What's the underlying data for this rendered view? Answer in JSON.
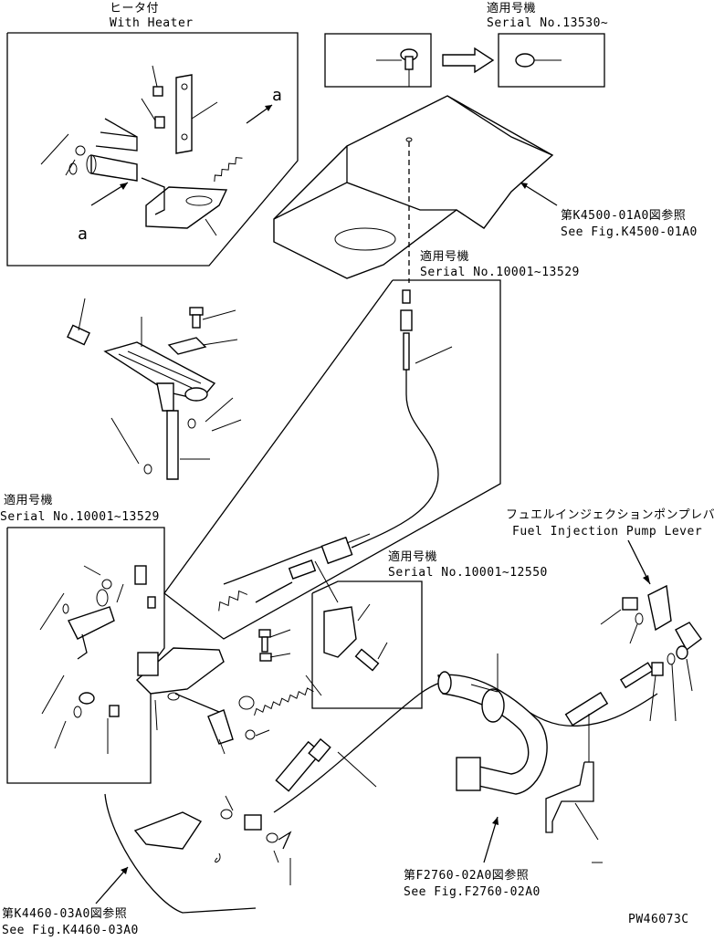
{
  "labels": {
    "heater_jp": "ヒータ付",
    "heater_en": "With Heater",
    "ref_a1": "a",
    "ref_a2": "a",
    "serial_top_jp": "適用号機",
    "serial_top_en": "Serial No.13530~",
    "serial_mid_jp": "適用号機",
    "serial_mid_en": "Serial No.10001~13529",
    "serial_left_jp": "適用号機",
    "serial_left_en": "Serial No.10001~13529",
    "serial_lower_jp": "適用号機",
    "serial_lower_en": "Serial No.10001~12550",
    "fig_k4500_jp": "第K4500-01A0図参照",
    "fig_k4500_en": "See Fig.K4500-01A0",
    "fuel_jp": "フュエルインジェクションポンプレバー",
    "fuel_en": "Fuel Injection Pump Lever",
    "fig_f2760_jp": "第F2760-02A0図参照",
    "fig_f2760_en": "See Fig.F2760-02A0",
    "fig_k4460_jp": "第K4460-03A0図参照",
    "fig_k4460_en": "See Fig.K4460-03A0",
    "drawing_no": "PW46073C"
  }
}
